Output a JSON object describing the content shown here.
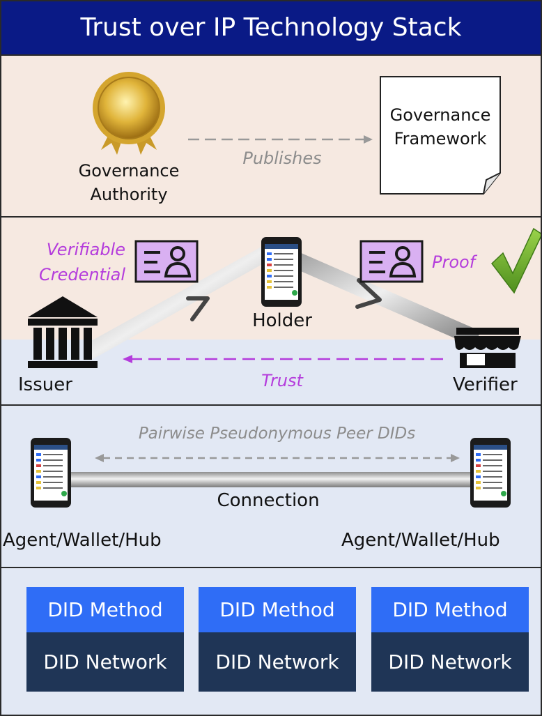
{
  "title": "Trust over IP Technology Stack",
  "governance": {
    "authority_line1": "Governance",
    "authority_line2": "Authority",
    "publishes": "Publishes",
    "doc_line1": "Governance",
    "doc_line2": "Framework"
  },
  "credential_exchange": {
    "vc_line1": "Verifiable",
    "vc_line2": "Credential",
    "proof": "Proof",
    "holder": "Holder",
    "issuer": "Issuer",
    "verifier": "Verifier",
    "trust": "Trust"
  },
  "agents": {
    "pairwise": "Pairwise Pseudonymous Peer DIDs",
    "connection": "Connection",
    "left_agent": "Agent/Wallet/Hub",
    "right_agent": "Agent/Wallet/Hub"
  },
  "did_layer": {
    "cards": [
      {
        "method": "DID Method",
        "network": "DID Network"
      },
      {
        "method": "DID Method",
        "network": "DID Network"
      },
      {
        "method": "DID Method",
        "network": "DID Network"
      }
    ]
  },
  "colors": {
    "title_bar": "#0a1a86",
    "governance_bg": "#f6e9e1",
    "infra_bg": "#e2e8f4",
    "did_method": "#2f6df6",
    "did_network": "#1f3556",
    "purple": "#b43cdc",
    "check": "#6fb12e"
  },
  "icons": [
    "medal-icon",
    "document-icon",
    "credential-card-icon",
    "smartphone-icon",
    "bank-icon",
    "store-icon",
    "checkmark-icon"
  ]
}
